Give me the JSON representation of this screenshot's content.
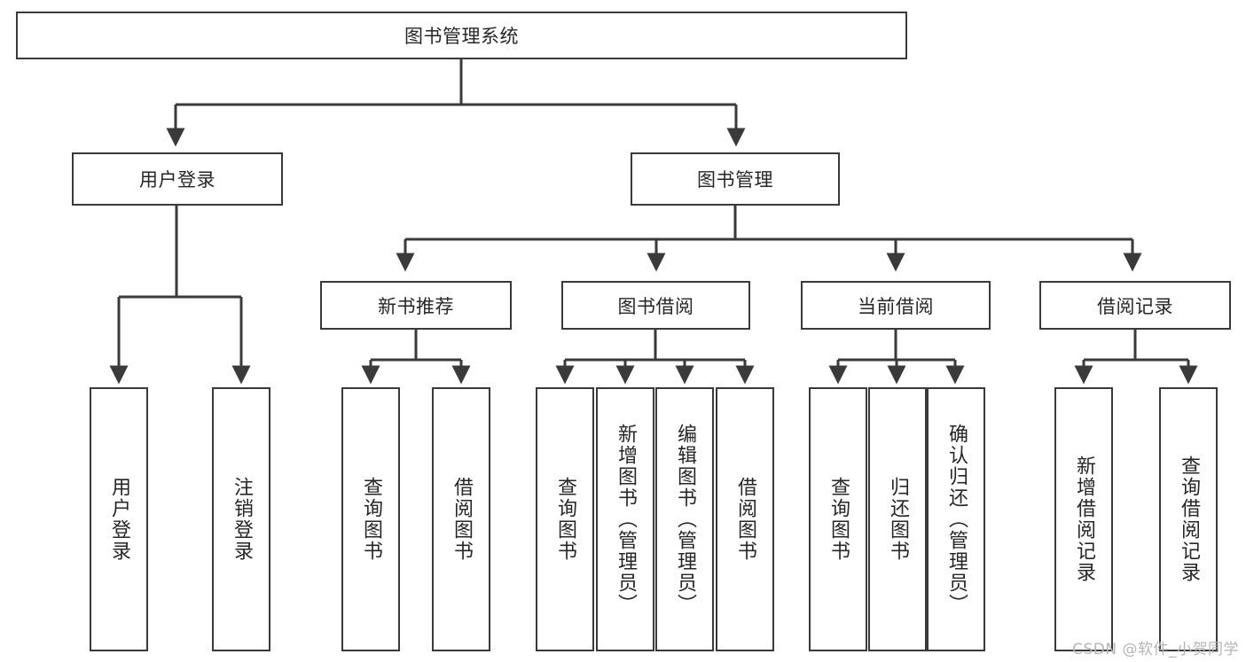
{
  "diagram": {
    "title": "图书管理系统",
    "type": "tree-hierarchy",
    "root": {
      "label": "图书管理系统"
    },
    "level1": [
      {
        "label": "用户登录"
      },
      {
        "label": "图书管理"
      }
    ],
    "level2": [
      {
        "label": "新书推荐"
      },
      {
        "label": "图书借阅"
      },
      {
        "label": "当前借阅"
      },
      {
        "label": "借阅记录"
      }
    ],
    "leaves": {
      "user_login": [
        {
          "label": "用户登录"
        },
        {
          "label": "注销登录"
        }
      ],
      "new_book_recommend": [
        {
          "label": "查询图书"
        },
        {
          "label": "借阅图书"
        }
      ],
      "book_borrow": [
        {
          "label": "查询图书"
        },
        {
          "label": "新增图书（管理员）"
        },
        {
          "label": "编辑图书（管理员）"
        },
        {
          "label": "借阅图书"
        }
      ],
      "current_borrow": [
        {
          "label": "查询图书"
        },
        {
          "label": "归还图书"
        },
        {
          "label": "确认归还（管理员）"
        }
      ],
      "borrow_record": [
        {
          "label": "新增借阅记录"
        },
        {
          "label": "查询借阅记录"
        }
      ]
    }
  },
  "watermark": {
    "text": "CSDN @软件_小贺同学"
  },
  "colors": {
    "stroke": "#3a3a3a",
    "text": "#262626",
    "background": "#ffffff",
    "watermark": "#b6b6b6"
  }
}
